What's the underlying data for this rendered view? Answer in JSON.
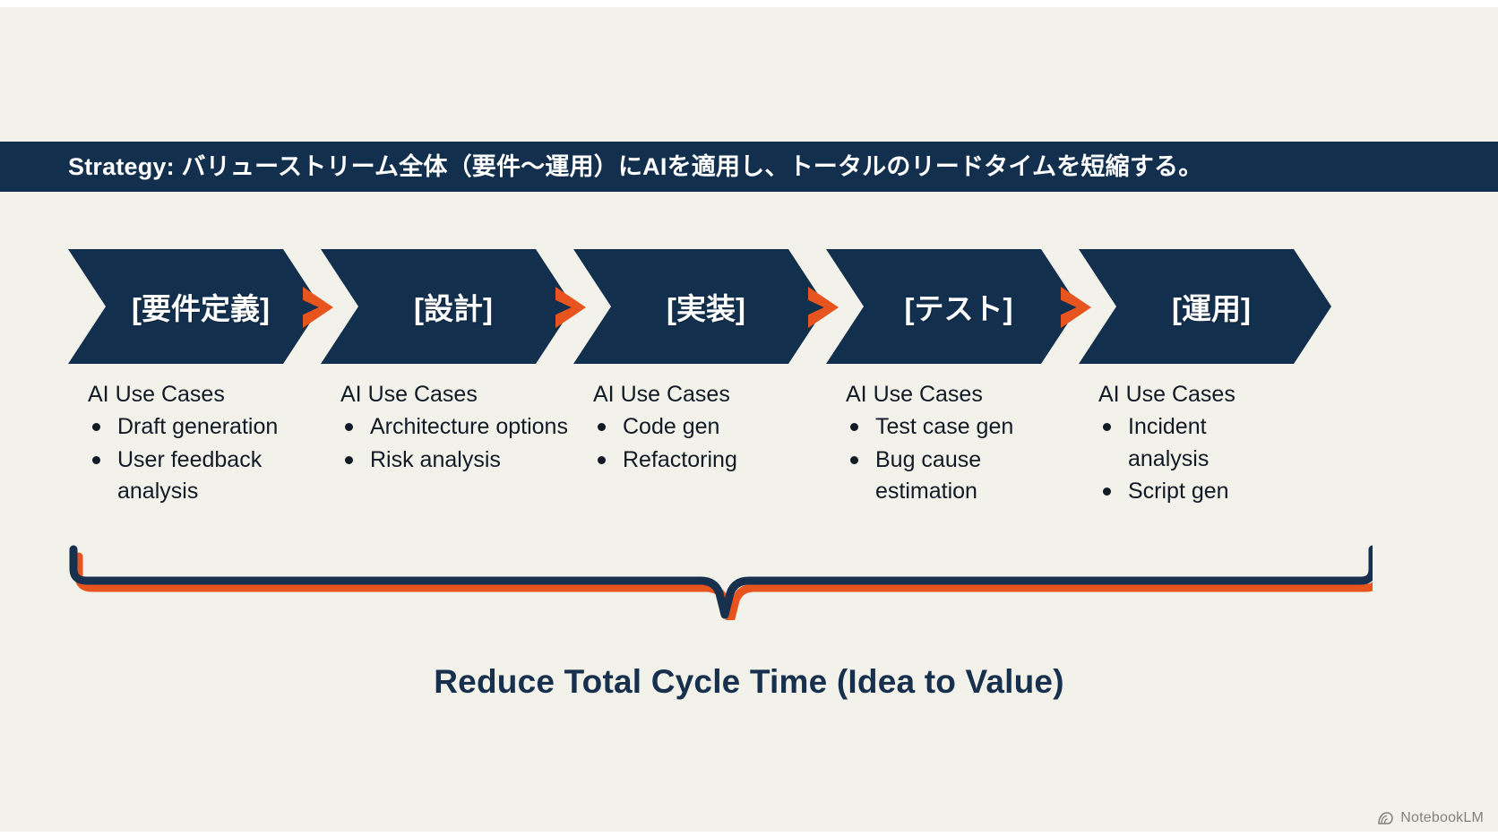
{
  "slide": {
    "background_color": "#f2f1ea",
    "navy": "#122f4d",
    "orange": "#e8541e",
    "text_color": "#121a26"
  },
  "strategy": {
    "label": "Strategy:",
    "text": "Strategy: バリューストリーム全体（要件〜運用）にAIを適用し、トータルのリードタイムを短縮する。"
  },
  "pipeline": {
    "stages": [
      {
        "label": "[要件定義]"
      },
      {
        "label": "[設計]"
      },
      {
        "label": "[実装]"
      },
      {
        "label": "[テスト]"
      },
      {
        "label": "[運用]"
      }
    ],
    "connector_icon": "chevron-right-icon"
  },
  "usecases": {
    "columns": [
      {
        "title": "AI Use Cases",
        "items": [
          "Draft generation",
          "User feedback analysis"
        ]
      },
      {
        "title": "AI Use Cases",
        "items": [
          "Architecture options",
          "Risk analysis"
        ]
      },
      {
        "title": "AI Use Cases",
        "items": [
          "Code gen",
          "Refactoring"
        ]
      },
      {
        "title": "AI Use Cases",
        "items": [
          "Test case gen",
          "Bug cause estimation"
        ]
      },
      {
        "title": "AI Use Cases",
        "items": [
          "Incident analysis",
          "Script gen"
        ]
      }
    ]
  },
  "outcome": {
    "caption": "Reduce Total Cycle Time (Idea to Value)",
    "brace_icon": "curly-brace-icon"
  },
  "watermark": {
    "icon": "notebooklm-icon",
    "label": "NotebookLM"
  }
}
